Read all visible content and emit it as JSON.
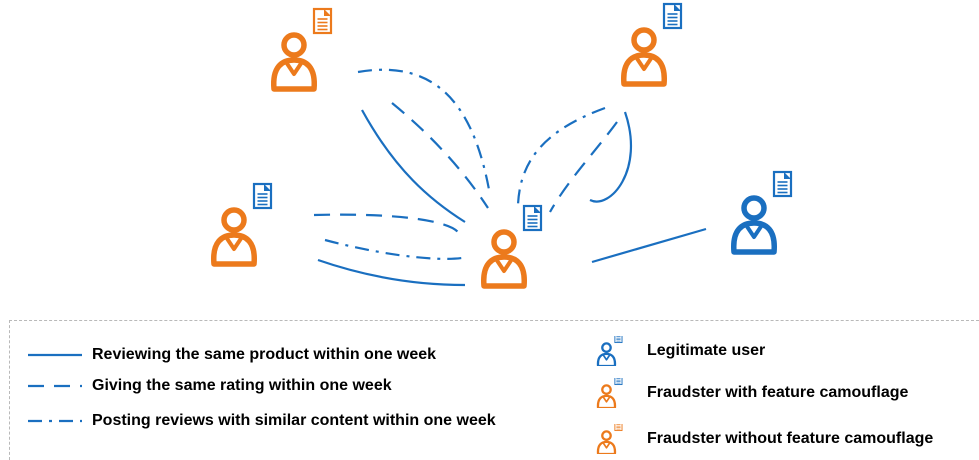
{
  "colors": {
    "edge": "#1a6fc0",
    "fraudster": "#ec7a1c",
    "legitimate": "#1a6fc0",
    "doc_blue": "#1a6fc0",
    "doc_orange": "#ec7a1c"
  },
  "nodes": [
    {
      "id": "fraudster-top-left",
      "role": "fraudster",
      "doc": "orange"
    },
    {
      "id": "fraudster-top-right",
      "role": "fraudster",
      "doc": "blue"
    },
    {
      "id": "fraudster-left",
      "role": "fraudster",
      "doc": "blue"
    },
    {
      "id": "fraudster-center",
      "role": "fraudster",
      "doc": "blue"
    },
    {
      "id": "legitimate-right",
      "role": "legitimate",
      "doc": "blue"
    }
  ],
  "edges": [
    {
      "from": "fraudster-top-left",
      "to": "fraudster-center",
      "type": "solid"
    },
    {
      "from": "fraudster-top-left",
      "to": "fraudster-center",
      "type": "dashed"
    },
    {
      "from": "fraudster-top-left",
      "to": "fraudster-center",
      "type": "dashdot"
    },
    {
      "from": "fraudster-top-right",
      "to": "fraudster-center",
      "type": "solid"
    },
    {
      "from": "fraudster-top-right",
      "to": "fraudster-center",
      "type": "dashed"
    },
    {
      "from": "fraudster-top-right",
      "to": "fraudster-center",
      "type": "dashdot"
    },
    {
      "from": "fraudster-left",
      "to": "fraudster-center",
      "type": "solid"
    },
    {
      "from": "fraudster-left",
      "to": "fraudster-center",
      "type": "dashed"
    },
    {
      "from": "fraudster-left",
      "to": "fraudster-center",
      "type": "dashdot"
    },
    {
      "from": "fraudster-center",
      "to": "legitimate-right",
      "type": "solid"
    }
  ],
  "legend": {
    "edges": [
      {
        "style": "solid",
        "label": "Reviewing the same product within one week"
      },
      {
        "style": "dashed",
        "label": "Giving the same rating within one week"
      },
      {
        "style": "dashdot",
        "label": "Posting reviews with similar content within one week"
      }
    ],
    "users": [
      {
        "kind": "legitimate",
        "label": "Legitimate user"
      },
      {
        "kind": "camouflage",
        "label": "Fraudster with feature camouflage"
      },
      {
        "kind": "no-camouflage",
        "label": "Fraudster without feature  camouflage"
      }
    ]
  }
}
